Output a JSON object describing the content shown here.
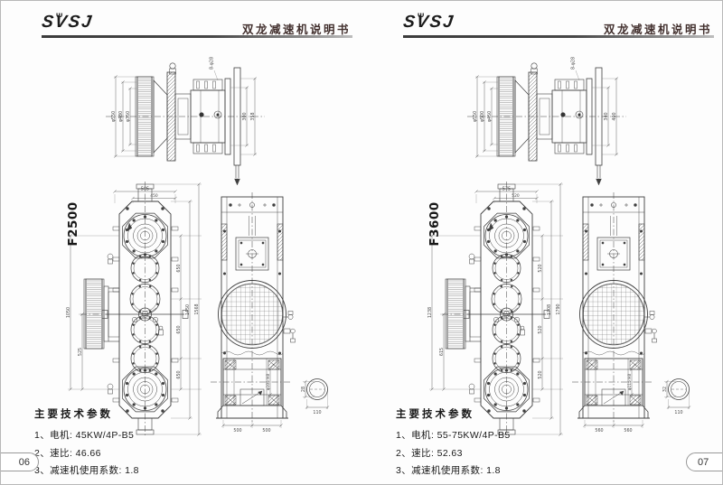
{
  "header": {
    "logo": "SVSJ",
    "title": "双龙减速机说明书"
  },
  "pages": [
    {
      "model": "F2500",
      "page_number": "06",
      "params_title": "主要技术参数",
      "params": [
        "1、电机: 45KW/4P-B5",
        "2、速比: 46.66",
        "3、减速机使用系数: 1.8"
      ],
      "dims": {
        "pulley_d1": "φ550",
        "pulley_d2": "φ480",
        "pulley_d3": "φ350",
        "bolt_note": "8-φ28",
        "flange_r1": "300",
        "flange_r2": "358",
        "front_w1": "505",
        "front_w2": "450",
        "front_left1": "1050",
        "front_left2": "525",
        "front_right1": "650",
        "front_right2": "650",
        "front_right3": "650",
        "front_chain1": "1450",
        "front_chain2": "1568",
        "side_bore": "φ105 H8",
        "side_b1": "500",
        "side_b2": "500",
        "detail_h": "28",
        "detail_w": "110"
      }
    },
    {
      "model": "F3600",
      "page_number": "07",
      "params_title": "主要技术参数",
      "params": [
        "1、电机: 55-75KW/4P-B5",
        "2、速比: 52.63",
        "3、减速机使用系数: 1.8"
      ],
      "dims": {
        "pulley_d1": "φ550",
        "pulley_d2": "φ500",
        "pulley_d3": "φ450",
        "bolt_note": "8-φ28",
        "flange_r1": "340",
        "flange_r2": "400",
        "front_w1": "575",
        "front_w2": "520",
        "front_left1": "1238",
        "front_left2": "615",
        "front_right1": "520",
        "front_right2": "520",
        "front_right3": "520",
        "front_chain1": "1708",
        "front_chain2": "1790",
        "side_bore": "φ115 H8",
        "side_b1": "560",
        "side_b2": "560",
        "detail_h": "32",
        "detail_w": "110"
      }
    }
  ]
}
